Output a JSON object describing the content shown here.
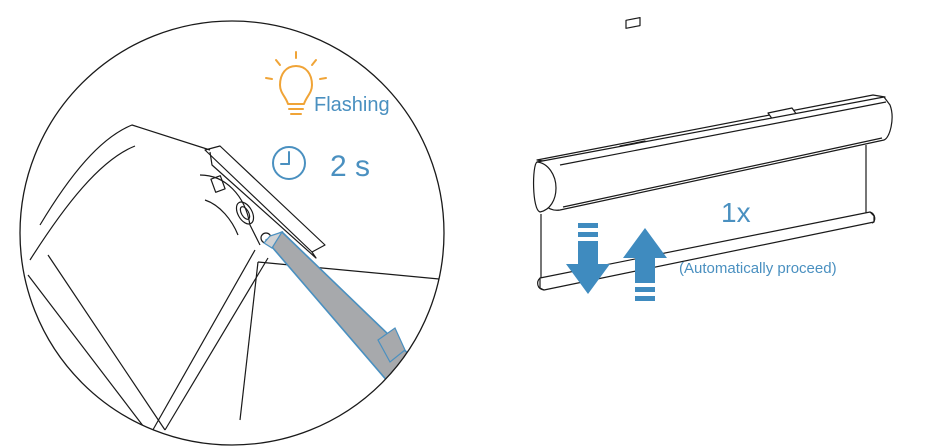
{
  "colors": {
    "line": "#1a1a1a",
    "accent_blue": "#4a90c0",
    "arrow_blue": "#3f8bbf",
    "bulb_orange": "#f0a437",
    "pen_gray": "#a7a9ac",
    "background": "#ffffff"
  },
  "left_panel": {
    "status_label": "Flashing",
    "duration_label": "2 s",
    "icons": [
      "lightbulb-icon",
      "clock-icon",
      "stylus-icon"
    ]
  },
  "right_panel": {
    "repeat_label": "1x",
    "note_label": "(Automatically proceed)",
    "icons": [
      "arrow-down-icon",
      "arrow-up-icon"
    ]
  }
}
